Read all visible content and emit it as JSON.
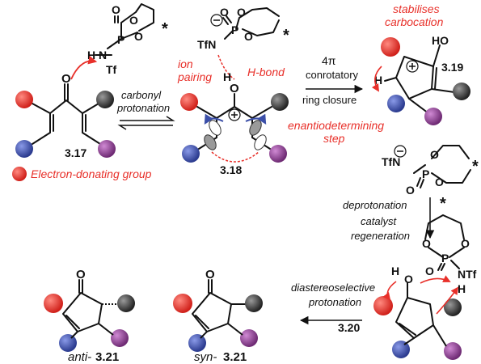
{
  "labels": {
    "cat_top_left_tf": "Tf",
    "cat_top_left_h": "H",
    "cat_top_left_n": "N",
    "cat_top_left_o1": "O",
    "cat_top_left_o2": "O",
    "cat_top_left_o3": "O",
    "cat_top_left_p": "P",
    "cat_top_left_star": "*",
    "ketone_o": "O",
    "compound_317": "3.17",
    "carbonyl": "carbonyl",
    "protonation": "protonation",
    "edg_label": "Electron-donating group",
    "ion_pairing_1": "ion",
    "ion_pairing_2": "pairing",
    "hbond": "H-bond",
    "tfn_mid": "TfN",
    "cat_mid_o1": "O",
    "cat_mid_o2": "O",
    "cat_mid_o3": "O",
    "cat_mid_p": "P",
    "cat_mid_star": "*",
    "oh_o": "O",
    "oh_h": "H",
    "compound_318": "3.18",
    "four_pi": "4π",
    "conrotatory": "conrotatory",
    "ring_closure": "ring closure",
    "enantio_1": "enantiodetermining",
    "enantio_2": "step",
    "stabilises": "stabilises",
    "carbocation": "carbocation",
    "compound_319": "3.19",
    "h_319": "H",
    "ho_319": "HO",
    "tfn_right": "TfN",
    "cat_right_o1": "O",
    "cat_right_o2": "O",
    "cat_right_o3": "O",
    "cat_right_p": "P",
    "cat_right_star": "*",
    "deprotonation": "deprotonation",
    "catalyst": "catalyst",
    "regeneration": "regeneration",
    "cat_br_star": "*",
    "cat_br_o1": "O",
    "cat_br_o2": "O",
    "cat_br_o3": "O",
    "cat_br_p": "P",
    "cat_br_ntf": "NTf",
    "cat_br_h": "H",
    "h_320": "H",
    "o_320": "O",
    "compound_320": "3.20",
    "diastereo": "diastereoselective",
    "protonation2": "protonation",
    "o_anti": "O",
    "o_syn": "O",
    "anti_prefix": "anti-",
    "anti_num": "3.21",
    "syn_prefix": "syn-",
    "syn_num": "3.21"
  },
  "colors": {
    "edg": "#e8302a",
    "blue": "#3b4fa8",
    "gray": "#4a4a4a",
    "purple": "#8e3a93",
    "annotation": "#e8302a",
    "ink": "#111111"
  }
}
